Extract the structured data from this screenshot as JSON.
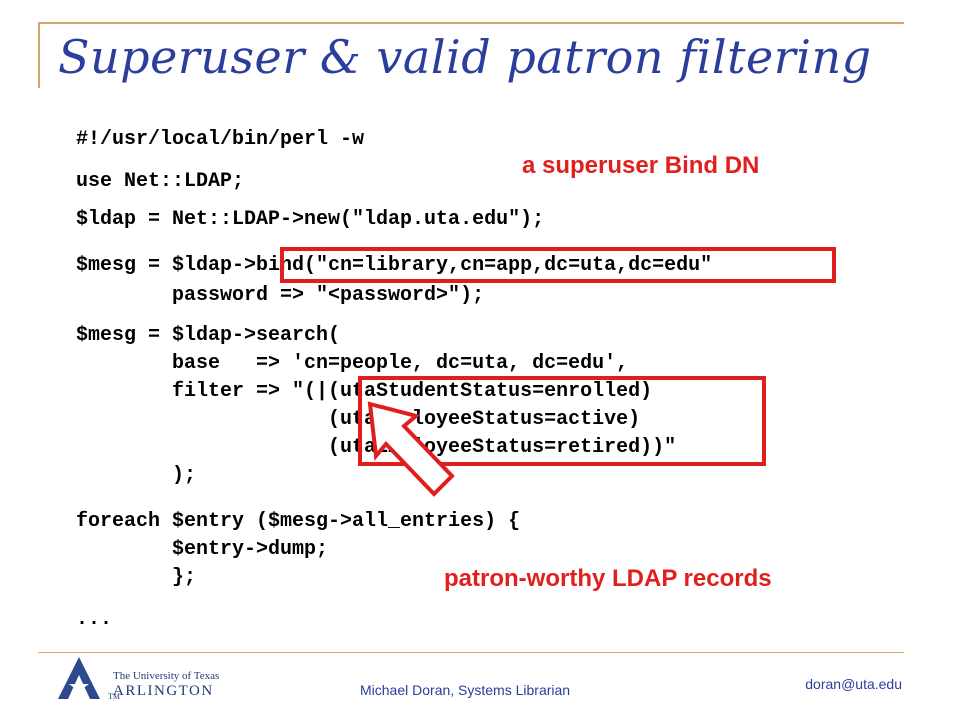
{
  "slide": {
    "title": "Superuser & valid patron filtering",
    "code_lines": [
      "#!/usr/local/bin/perl -w",
      "use Net::LDAP;",
      "$ldap = Net::LDAP->new(\"ldap.uta.edu\");",
      "$mesg = $ldap->bind(\"cn=library,cn=app,dc=uta,dc=edu\"",
      "        password => \"<password>\");",
      "$mesg = $ldap->search(",
      "        base   => 'cn=people, dc=uta, dc=edu',",
      "        filter => \"(|(utaStudentStatus=enrolled)",
      "                     (utaEmployeeStatus=active)",
      "                     (utaEmployeeStatus=retired))\"",
      "        );",
      "foreach $entry ($mesg->all_entries) {",
      "        $entry->dump;",
      "        };",
      "..."
    ],
    "callout_bind": "a superuser Bind DN",
    "callout_records": "patron-worthy LDAP records",
    "colors": {
      "title": "#2b3e9c",
      "callout": "#e0201e",
      "frame": "#d4a46a"
    }
  },
  "footer": {
    "logo_line1": "The University of Texas",
    "logo_line2": "ARLINGTON",
    "logo_tm": "TM",
    "author": "Michael Doran, Systems Librarian",
    "email": "doran@uta.edu"
  }
}
